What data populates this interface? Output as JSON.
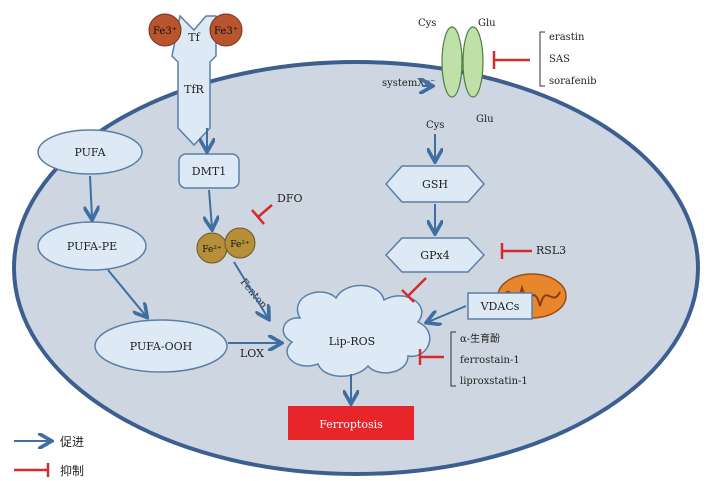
{
  "nodes": {
    "tf": "Tf",
    "fe3_left": "Fe3⁺",
    "fe3_right": "Fe3⁺",
    "tfr": "TfR",
    "dmt1": "DMT1",
    "fe2_left": "Fe²⁺",
    "fe2_right": "Fe²⁺",
    "dfo": "DFO",
    "fenton": "Fenton",
    "pufa": "PUFA",
    "pufa_pe": "PUFA-PE",
    "pufa_ooh": "PUFA-OOH",
    "lox": "LOX",
    "lip_ros": "Lip-ROS",
    "ferroptosis": "Ferroptosis",
    "cys_top": "Cys",
    "glu_top": "Glu",
    "system_xc": "systemXc⁻",
    "cys_bottom": "Cys",
    "glu_bottom": "Glu",
    "gsh": "GSH",
    "gpx4": "GPx4",
    "rsl3": "RSL3",
    "vdacs": "VDACs"
  },
  "inhibitor_groups": {
    "systemxc": [
      "erastin",
      "SAS",
      "sorafenib"
    ],
    "lip_ros": [
      "α-生育酚",
      "ferrostain-1",
      "liproxstatin-1"
    ]
  },
  "legend": {
    "promote": "促进",
    "inhibit": "抑制"
  },
  "colors": {
    "cell_fill": "#cdd6e1",
    "cell_stroke": "#3d5f8f",
    "node_fill": "#dde9f5",
    "node_stroke": "#5b7fa8",
    "arrow": "#3f6fa0",
    "inhibit": "#d62b2b",
    "fe3": "#b8542e",
    "fe2": "#b58f3a",
    "ferroptosis": "#e8252a",
    "transporter": "#bfe0a8",
    "mitochondria": "#e8862e"
  }
}
